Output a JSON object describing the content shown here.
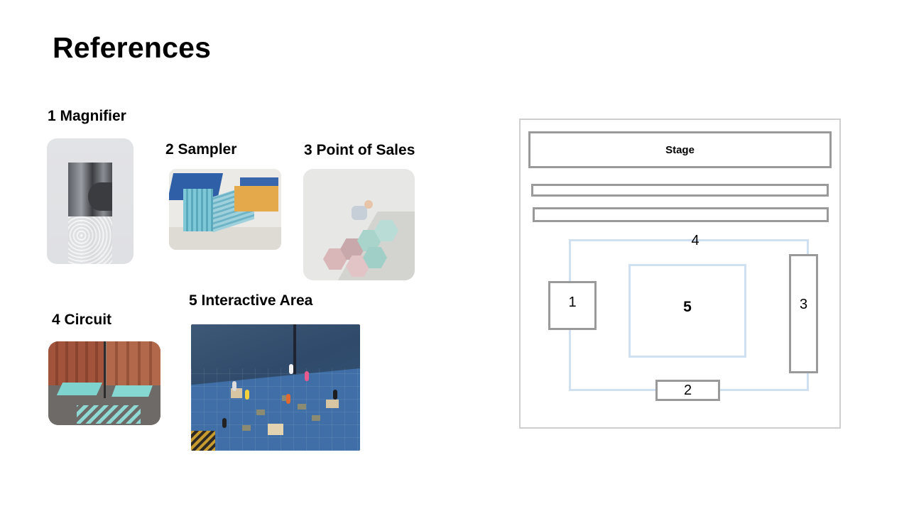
{
  "slide": {
    "title": "References"
  },
  "references": [
    {
      "label": "1 Magnifier"
    },
    {
      "label": "2 Sampler"
    },
    {
      "label": "3 Point of Sales"
    },
    {
      "label": "4 Circuit"
    },
    {
      "label": "5 Interactive Area"
    }
  ],
  "floor_plan": {
    "stage_label": "Stage",
    "zone_4": "4",
    "zone_1": "1",
    "zone_5": "5",
    "zone_3": "3",
    "zone_2": "2"
  },
  "colors": {
    "outline_gray": "#9a9a9a",
    "outline_light_blue": "#cfe0f2"
  }
}
